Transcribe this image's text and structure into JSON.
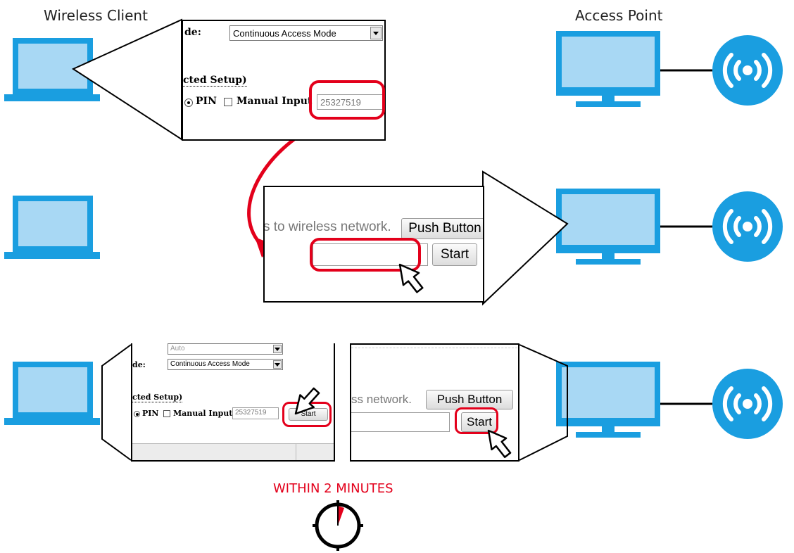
{
  "headings": {
    "wireless_client": "Wireless Client",
    "access_point": "Access Point"
  },
  "step1": {
    "mode_label": "de:",
    "mode_value": "Continuous Access Mode",
    "section_label": "cted Setup)",
    "pin_label": "PIN",
    "manual_input_label": "Manual Input",
    "pin_value": "25327519"
  },
  "step2": {
    "network_text": "s to wireless network.",
    "push_button_label": "Push Button",
    "start_label": "Start",
    "pin_field_value": ""
  },
  "step3_client": {
    "auth_value": "Auto",
    "mode_label": "de:",
    "mode_value": "Continuous Access Mode",
    "section_label": "cted Setup)",
    "pin_label": "PIN",
    "manual_input_label": "Manual Input",
    "pin_value": "25327519",
    "start_label": "Start"
  },
  "step3_ap": {
    "network_text": "ss network.",
    "push_button_label": "Push Button",
    "start_label": "Start"
  },
  "timer": {
    "caption": "WITHIN 2 MINUTES",
    "icon": "stopwatch-icon"
  },
  "colors": {
    "device_blue": "#1a9ee0",
    "device_screen": "#a8d8f4",
    "highlight_red": "#e3001b"
  }
}
